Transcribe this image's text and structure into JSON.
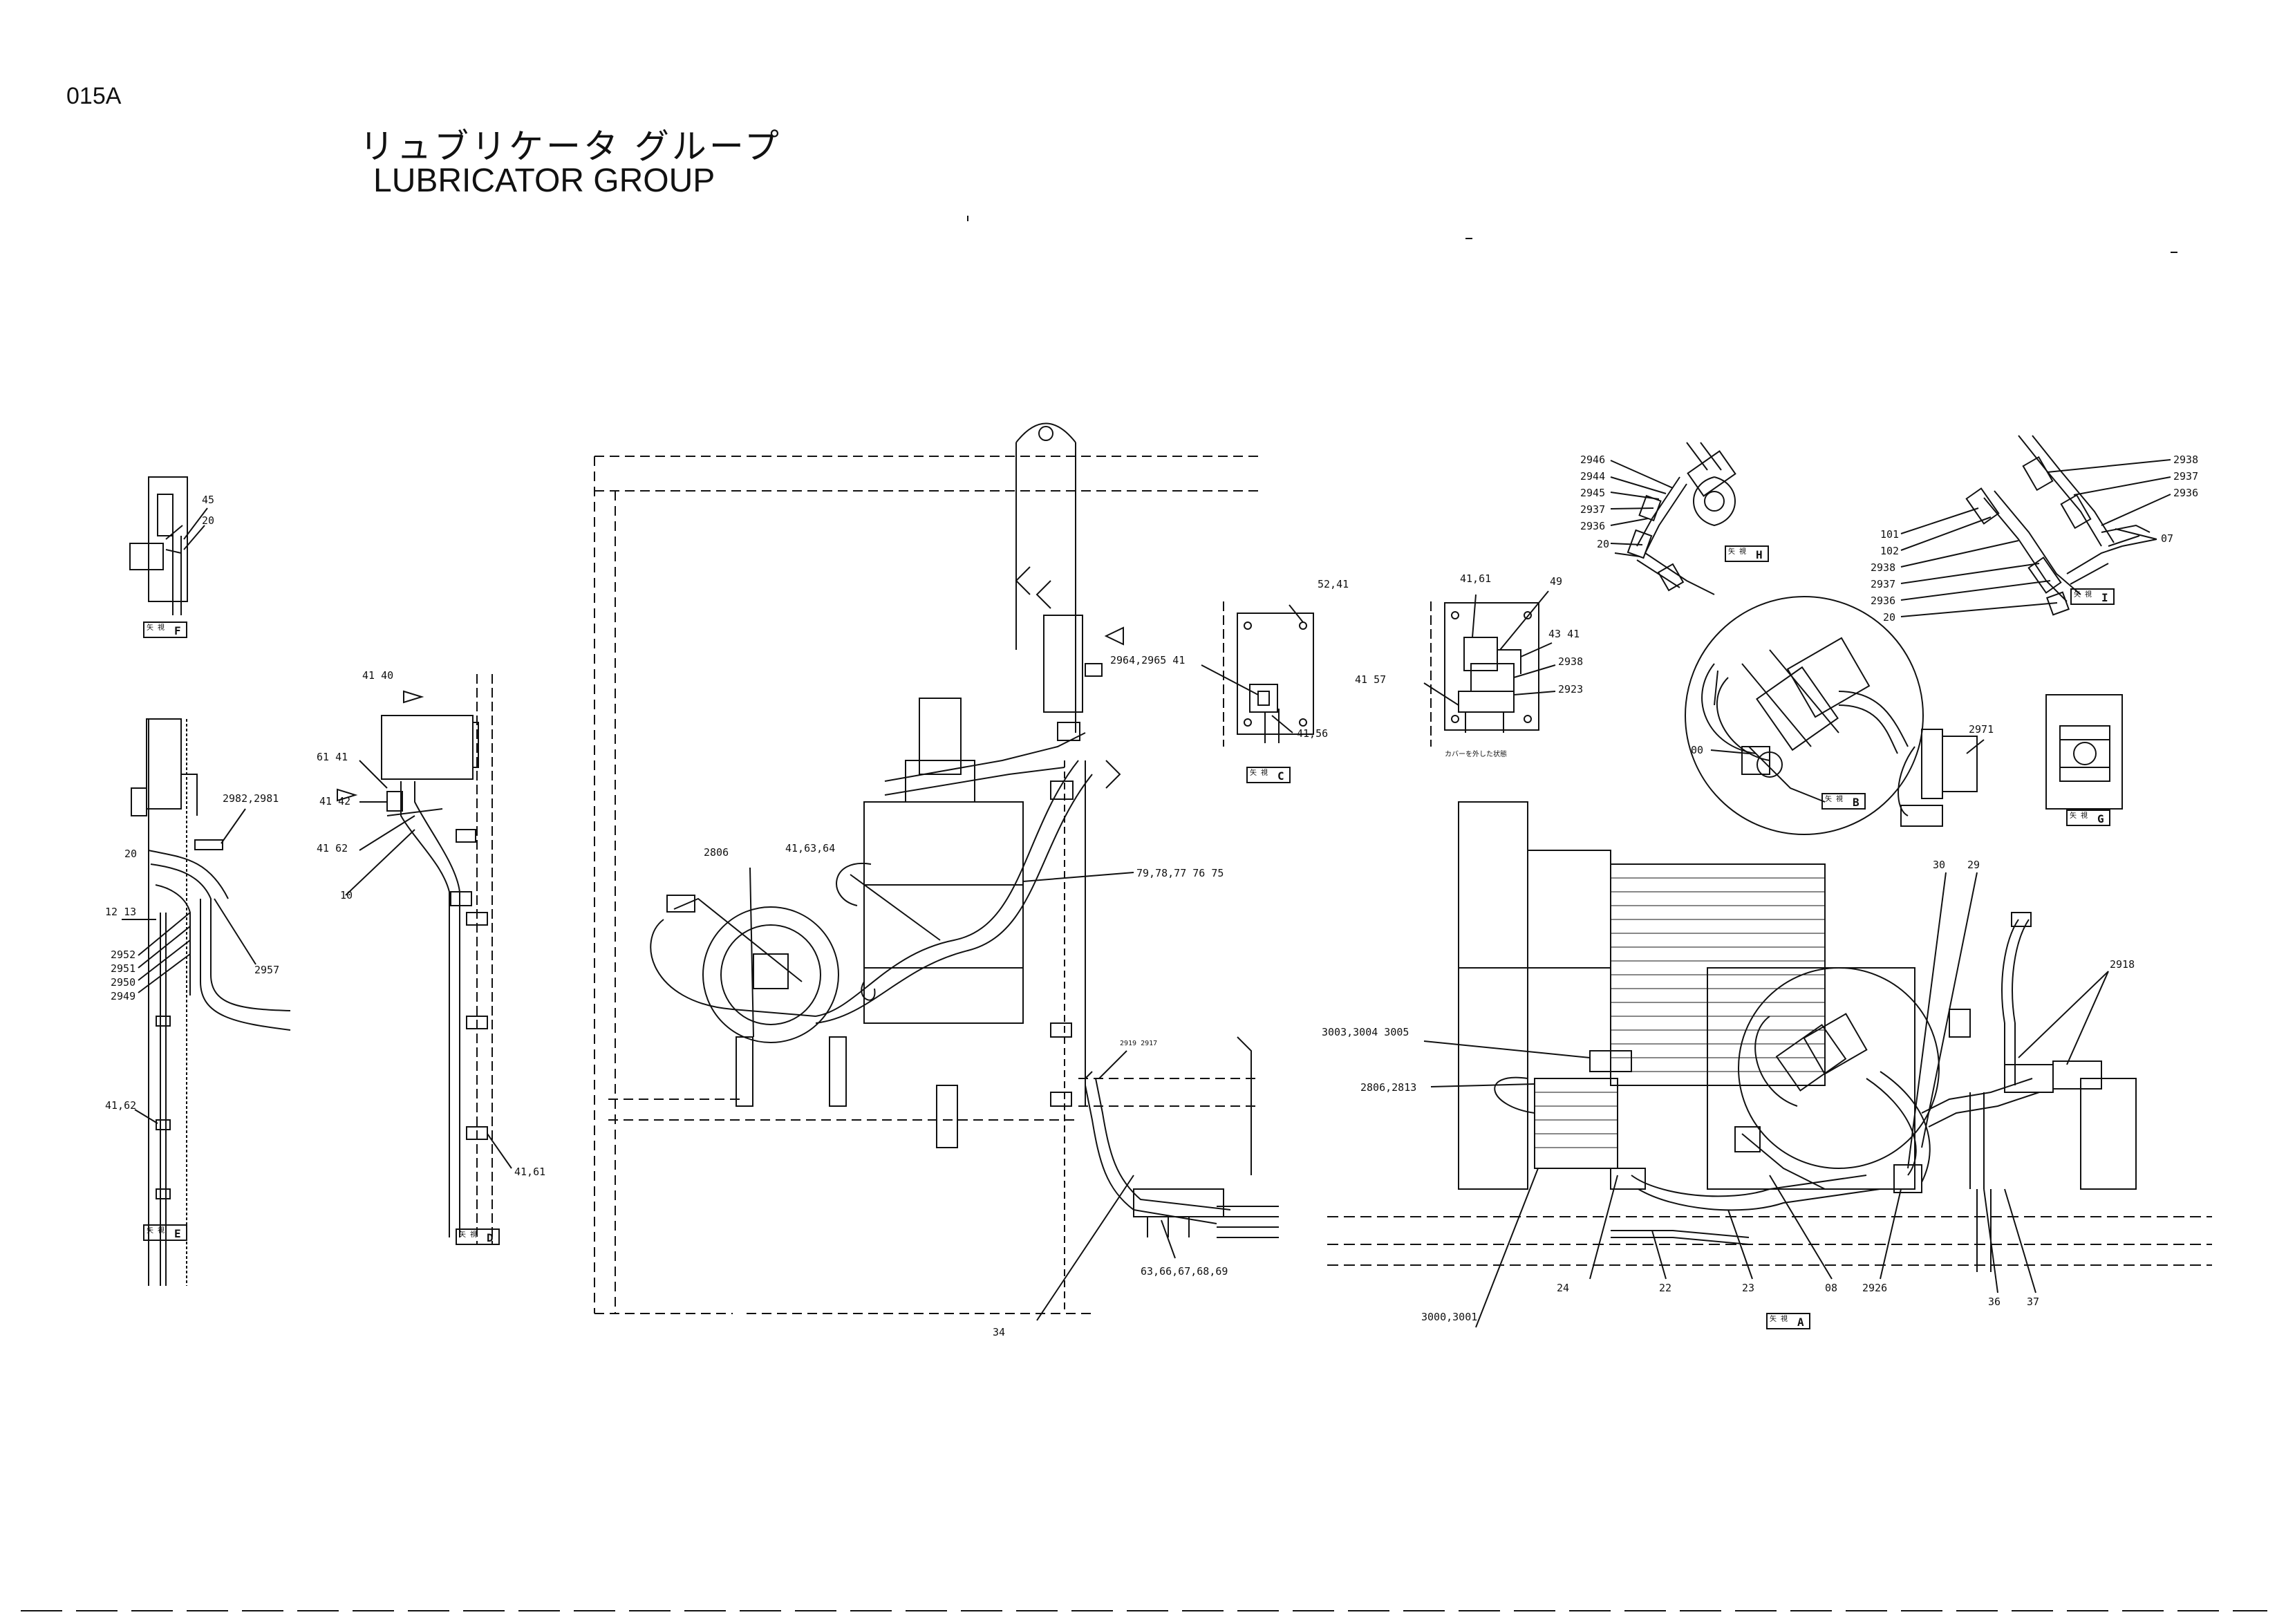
{
  "header": {
    "page_code": "015A",
    "title_jp": "リュブリケータ グループ",
    "title_en": "LUBRICATOR GROUP"
  },
  "views": [
    "F",
    "E",
    "D",
    "C",
    "H",
    "I",
    "B",
    "G",
    "A"
  ],
  "callouts": {
    "f_45": "45",
    "f_20": "20",
    "e_2982": "2982,2981",
    "e_20": "20",
    "e_1213": "12 13",
    "e_2952": "2952",
    "e_2951": "2951",
    "e_2950": "2950",
    "e_2949": "2949",
    "e_2957": "2957",
    "e_4162": "41,62",
    "d_4140": "41 40",
    "d_6141": "61 41",
    "d_4142": "41 42",
    "d_4162": "41 62",
    "d_10": "10",
    "d_4161": "41,61",
    "m_2806": "2806",
    "m_416364": "41,63,64",
    "m_79": "79,78,77 76 75",
    "m_29192917": "2919 2917",
    "m_63": "63,66,67,68,69",
    "m_34": "34",
    "c_5241": "52,41",
    "c_2964": "2964,2965 41",
    "c_4156": "41,56",
    "h_4161": "41,61",
    "h_49": "49",
    "h_4341": "43 41",
    "h_2938": "2938",
    "h_4157": "41 57",
    "h_2923": "2923",
    "h_cover": "カバーを外した状態",
    "h_2946": "2946",
    "h_2944": "2944",
    "h_2945": "2945",
    "h_2937": "2937",
    "h_2936": "2936",
    "h_20": "20",
    "i_2938": "2938",
    "i_2937": "2937",
    "i_2936": "2936",
    "i_07": "07",
    "i_101": "101",
    "i_102": "102",
    "i_2938b": "2938",
    "i_2937b": "2937",
    "i_2936b": "2936",
    "i_20": "20",
    "b_00": "00",
    "b_2971": "2971",
    "a_3003": "3003,3004 3005",
    "a_2806": "2806,2813",
    "a_30": "30",
    "a_29": "29",
    "a_2918": "2918",
    "a_3000": "3000,3001",
    "a_24": "24",
    "a_22": "22",
    "a_23": "23",
    "a_08": "08",
    "a_2926": "2926",
    "a_36": "36",
    "a_37": "37"
  }
}
